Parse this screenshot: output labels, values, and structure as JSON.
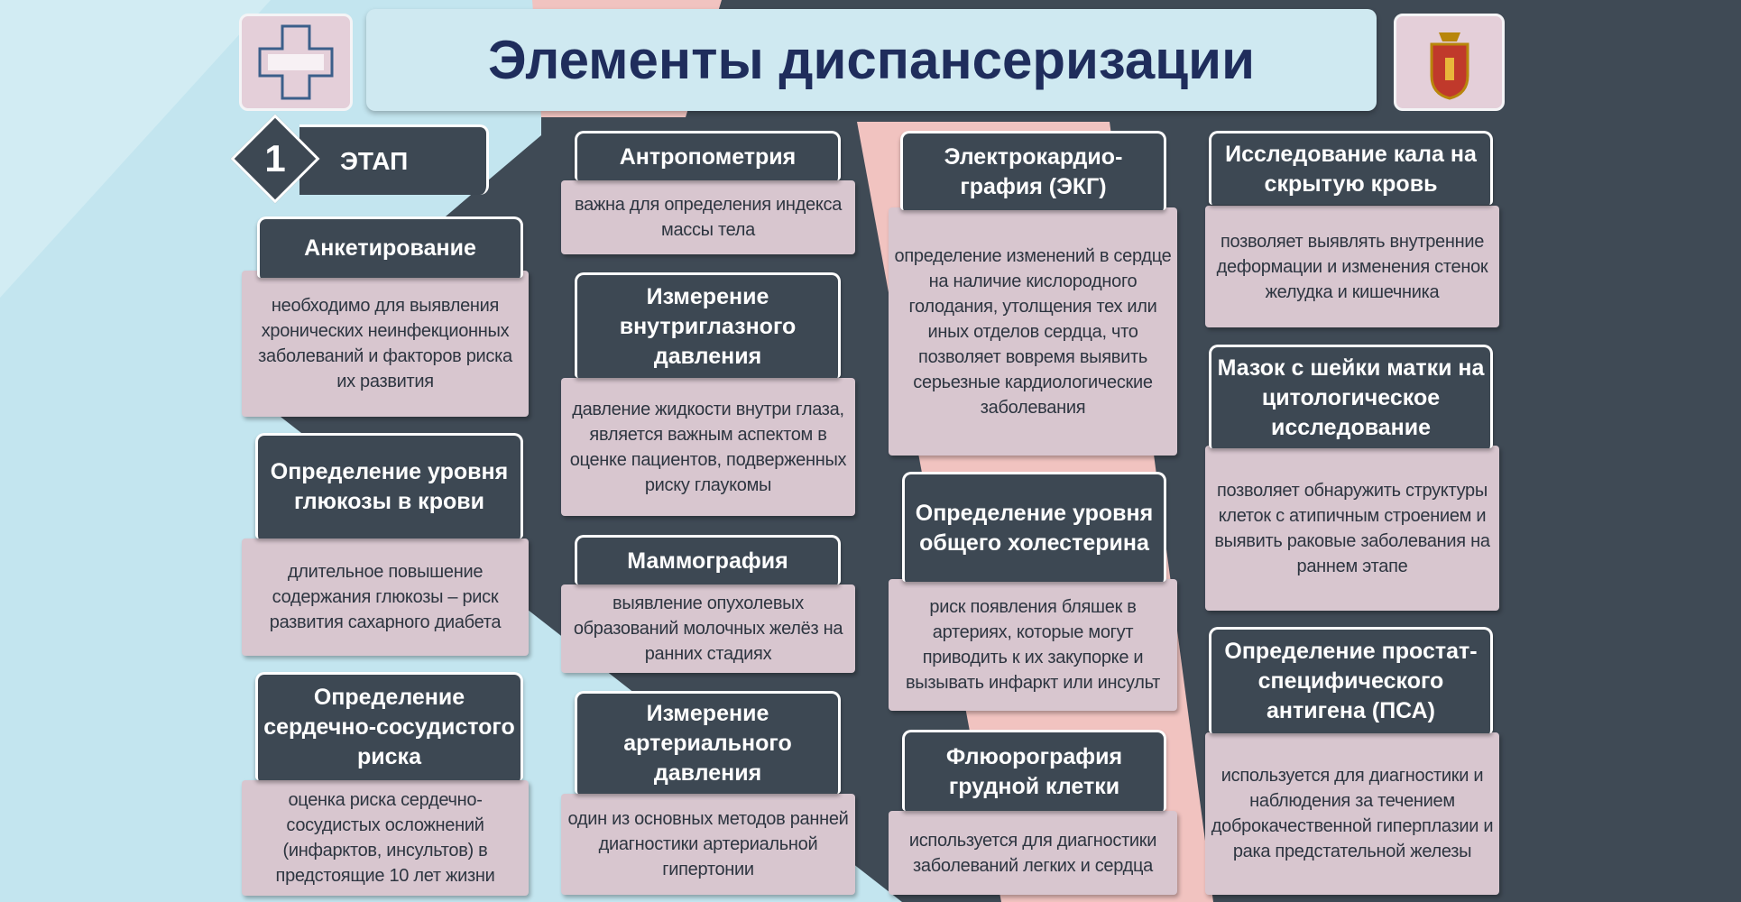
{
  "title": "Элементы диспансеризации",
  "stage": {
    "number": "1",
    "label": "ЭТАП"
  },
  "cards": [
    {
      "title": "Анкетирование",
      "text": "необходимо для выявления хронических неинфекционных заболеваний и факторов риска их развития"
    },
    {
      "title": "Определение уровня глюкозы в крови",
      "text": "длительное повышение содержания глюкозы – риск развития сахарного диабета"
    },
    {
      "title": "Определение сердечно-сосудистого риска",
      "text": "оценка риска сердечно-сосудистых осложнений (инфарктов, инсультов) в предстоящие 10 лет жизни"
    },
    {
      "title": "Антропометрия",
      "text": "важна для определения индекса массы тела"
    },
    {
      "title": "Измерение внутриглазного давления",
      "text": "давление жидкости внутри глаза, является важным аспектом в оценке пациентов, подверженных риску глаукомы"
    },
    {
      "title": "Маммография",
      "text": "выявление опухолевых образований молочных желёз на ранних стадиях"
    },
    {
      "title": "Измерение артериального давления",
      "text": "один из основных методов ранней диагностики артериальной гипертонии"
    },
    {
      "title": "Электрокардио-графия (ЭКГ)",
      "text": "определение изменений в сердце на наличие кислородного голодания, утолщения тех или иных отделов сердца, что позволяет вовремя выявить серьезные кардиологические заболевания"
    },
    {
      "title": "Определение уровня общего холестерина",
      "text": "риск появления бляшек в артериях, которые могут приводить к их закупорке и вызывать инфаркт или инсульт"
    },
    {
      "title": "Флюорография грудной клетки",
      "text": "используется для диагностики заболеваний легких и сердца"
    },
    {
      "title": "Исследование кала на скрытую кровь",
      "text": "позволяет выявлять внутренние деформации и изменения стенок желудка и кишечника"
    },
    {
      "title": "Мазок с шейки матки на цитологическое исследование",
      "text": "позволяет обнаружить структуры клеток с атипичным строением и выявить раковые заболевания на раннем этапе"
    },
    {
      "title": "Определение простат-специфического антигена (ПСА)",
      "text": "используется для диагностики и наблюдения за течением доброкачественной гиперплазии и рака предстательной железы"
    }
  ]
}
